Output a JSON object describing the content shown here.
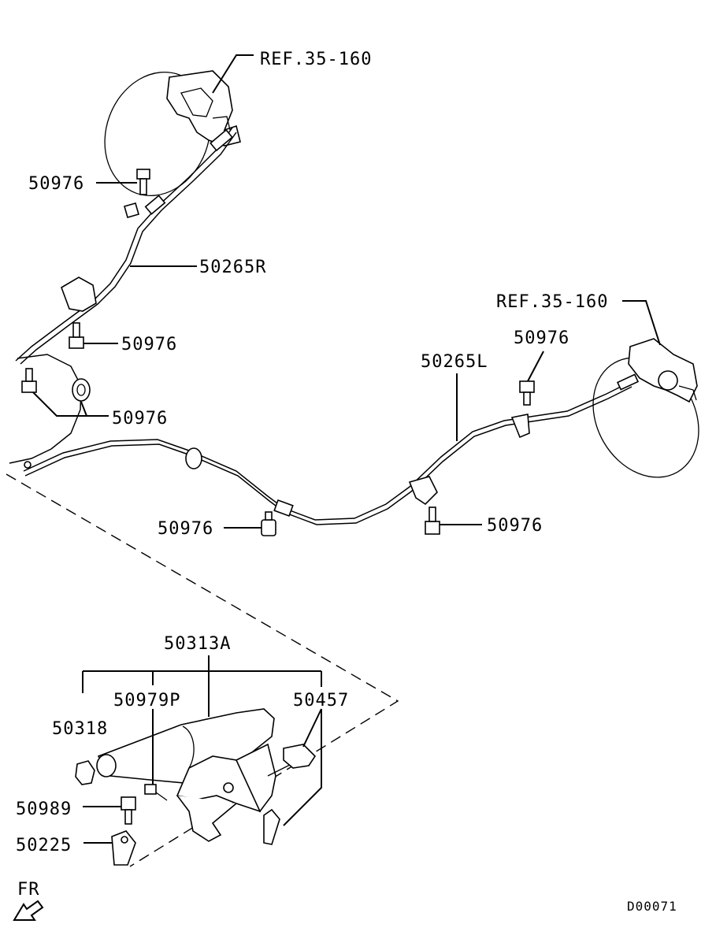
{
  "labels": {
    "ref_top": "REF.35-160",
    "ref_right": "REF.35-160",
    "bolt_a": "50976",
    "bolt_b": "50976",
    "bolt_c": "50976",
    "bolt_d": "50976",
    "bolt_e": "50976",
    "bolt_f": "50976",
    "cable_right": "50265R",
    "cable_left": "50265L",
    "lever_assy": "50313A",
    "grip": "50318",
    "switch": "50979P",
    "rod": "50457",
    "bolt_lever": "50989",
    "bracket": "50225",
    "front_marker": "FR",
    "diagram_code": "D00071"
  }
}
